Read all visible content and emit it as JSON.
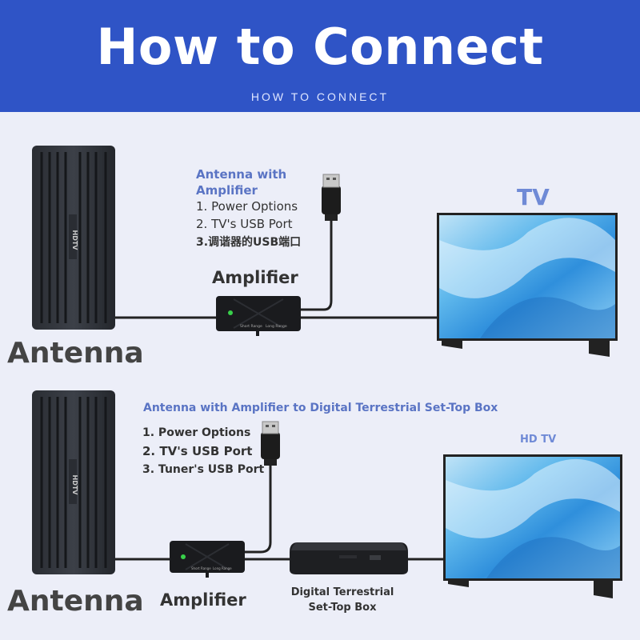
{
  "header": {
    "title": "How to Connect",
    "subtitle": "HOW TO CONNECT"
  },
  "panel_top": {
    "heading_line1": "Antenna with",
    "heading_line2": "Amplifier",
    "steps": [
      "1. Power Options",
      "2. TV's USB Port",
      "3.调谐器的USB端口"
    ],
    "amplifier_label": "Amplifier",
    "antenna_label": "Antenna",
    "tv_label": "TV",
    "antenna_brand": "HDTV",
    "amp_switch_left": "Short Range",
    "amp_switch_right": "Long Range"
  },
  "panel_bottom": {
    "heading": "Antenna with Amplifier to Digital Terrestrial Set-Top Box",
    "steps": [
      "1. Power Options",
      "2. TV's USB Port",
      "3. Tuner's USB Port"
    ],
    "amplifier_label": "Amplifier",
    "antenna_label": "Antenna",
    "tv_label": "HD TV",
    "stb_label_line1": "Digital Terrestrial",
    "stb_label_line2": "Set-Top Box",
    "antenna_brand": "HDTV",
    "amp_switch_left": "Short Range",
    "amp_switch_right": "Long Range"
  },
  "colors": {
    "banner": "#2f54c6",
    "heading_blue": "#5a74c4",
    "background": "#eceef8",
    "amp_led": "#38d04a"
  }
}
